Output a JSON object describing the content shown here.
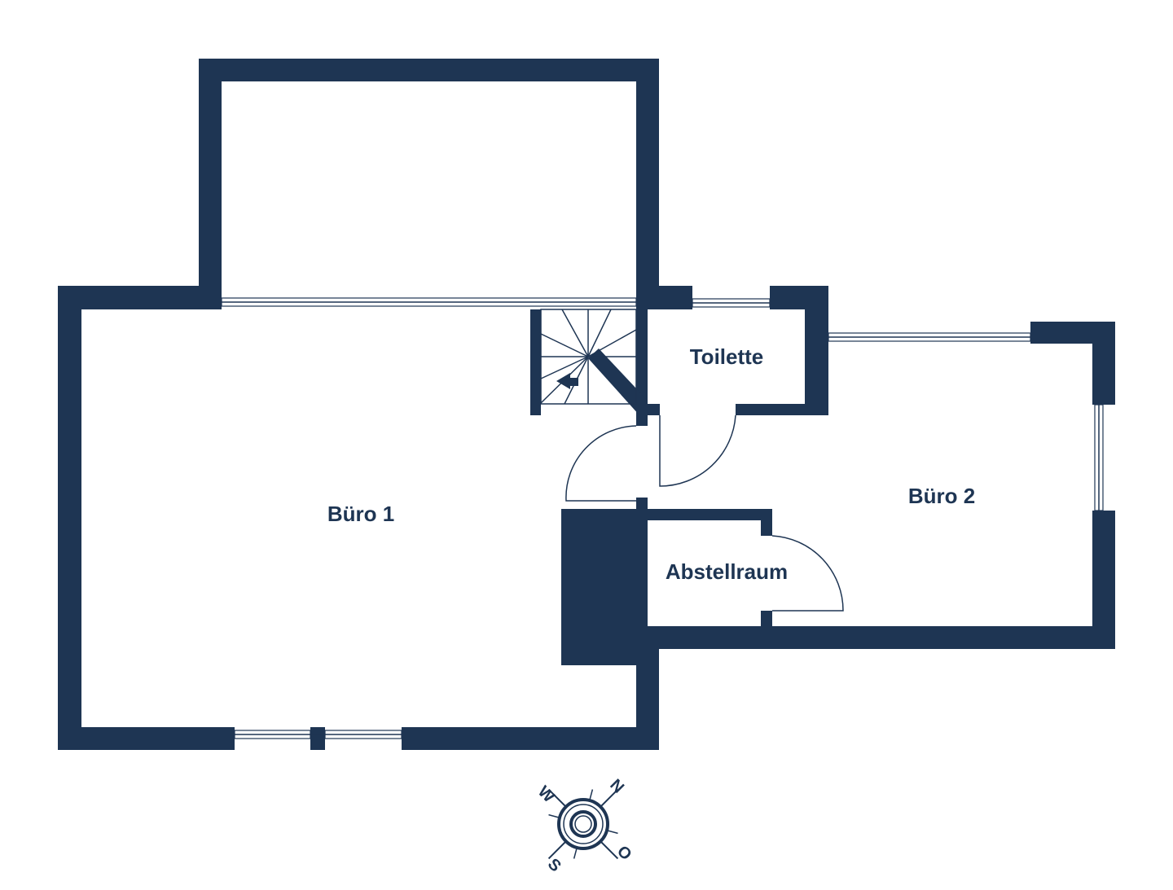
{
  "rooms": {
    "buero1": "Büro 1",
    "toilette": "Toilette",
    "buero2": "Büro 2",
    "abstellraum": "Abstellraum"
  },
  "compass": {
    "n": "N",
    "o": "O",
    "s": "S",
    "w": "W"
  },
  "colors": {
    "wall": "#1e3553",
    "background": "#ffffff"
  }
}
